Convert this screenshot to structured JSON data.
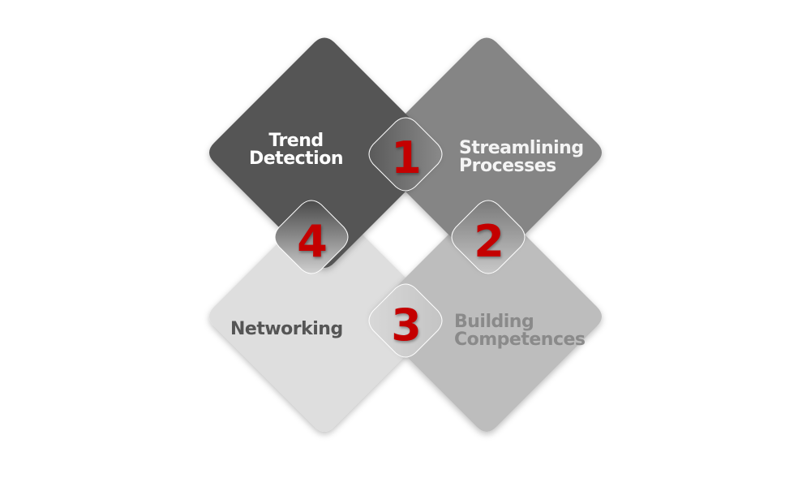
{
  "quadrants": [
    {
      "number": "1",
      "lines": [
        "Trend",
        "Detection"
      ],
      "color": "#555555",
      "text_color": "#ffffff"
    },
    {
      "number": "2",
      "lines": [
        "Streamlining",
        "Processes"
      ],
      "color": "#858585",
      "text_color": "#f4f4f4"
    },
    {
      "number": "3",
      "lines": [
        "Building",
        "Competences"
      ],
      "color": "#bdbdbd",
      "text_color": "#8a8a8a"
    },
    {
      "number": "4",
      "lines": [
        "Networking"
      ],
      "color": "#dedede",
      "text_color": "#555555"
    }
  ],
  "number_color": "#c40000"
}
